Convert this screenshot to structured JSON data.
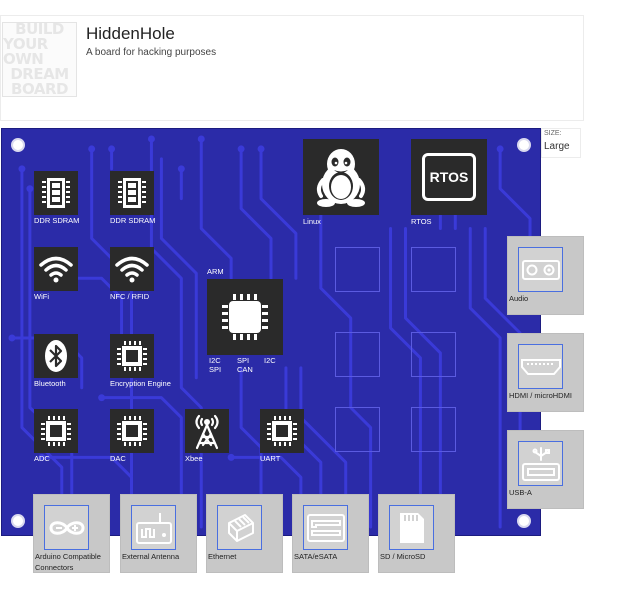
{
  "header": {
    "logo_lines": [
      "BUILD",
      "YOUR OWN",
      "DREAM",
      "BOARD"
    ],
    "title": "HiddenHole",
    "subtitle": "A board for hacking purposes"
  },
  "size": {
    "label": "SIZE:",
    "value": "Large"
  },
  "components": {
    "ddr1": "DDR SDRAM",
    "ddr2": "DDR SDRAM",
    "wifi": "WiFi",
    "nfc": "NFC / RFID",
    "arm": "ARM",
    "arm_pins": {
      "i2c_left": "I2C",
      "spi_left": "SPI",
      "spi_can_top": "SPI",
      "spi_can_bottom": "CAN",
      "i2c_right": "I2C"
    },
    "bluetooth": "Bluetooth",
    "encryption": "Encryption Engine",
    "adc": "ADC",
    "dac": "DAC",
    "xbee": "Xbee",
    "uart": "UART",
    "linux": "Linux",
    "rtos": "RTOS",
    "rtos_badge": "RTOS"
  },
  "ports_right": {
    "audio": "Audio",
    "hdmi": "HDMI / microHDMI",
    "usb": "USB-A"
  },
  "ports_bottom": {
    "arduino": "Arduino Compatible Connectors",
    "antenna": "External Antenna",
    "ethernet": "Ethernet",
    "sata": "SATA/eSATA",
    "sd": "SD / MicroSD"
  },
  "colors": {
    "board": "#2b2ba8",
    "trace": "#3a3ad8",
    "tile": "#2a2a2a",
    "port": "#c8c8c8",
    "port_frame": "#4a6fe0"
  }
}
